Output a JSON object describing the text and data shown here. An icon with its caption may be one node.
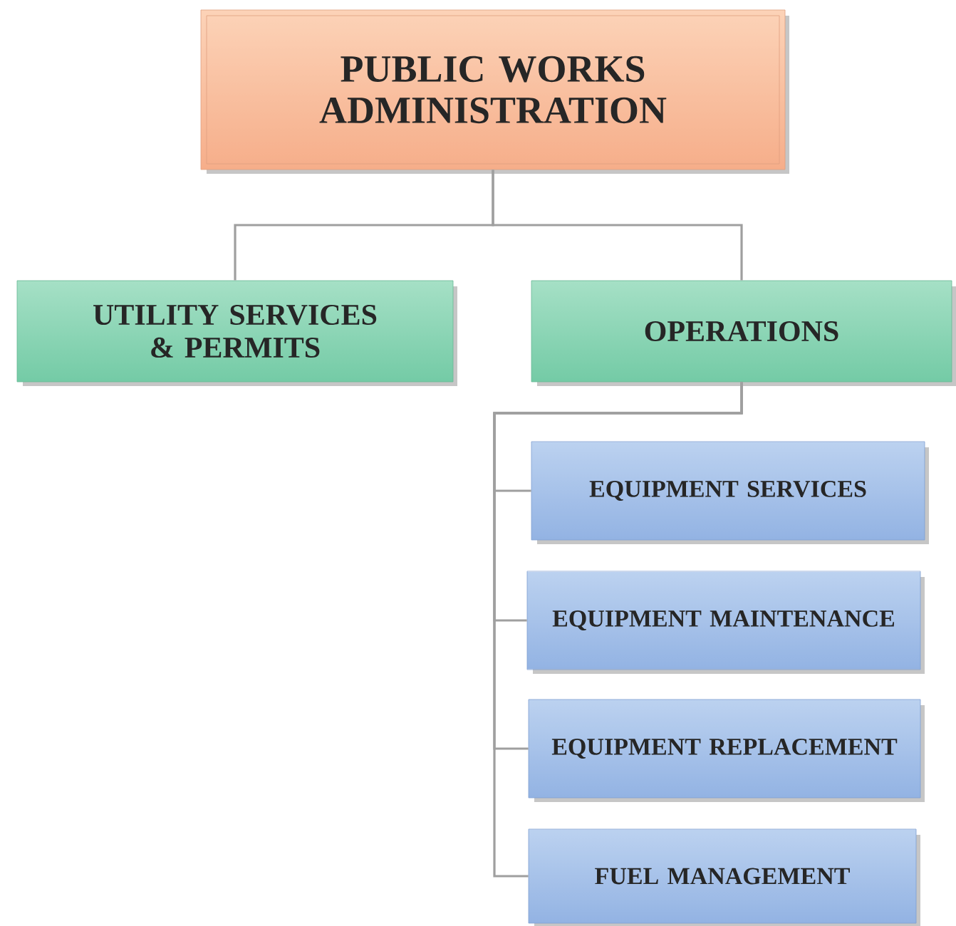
{
  "diagram": {
    "nodes": [
      {
        "text": [
          "PUBLIC WORKS ADMINISTRATION"
        ]
      },
      {
        "text": [
          "UTILITY SERVICES & PERMITS"
        ]
      },
      {
        "text": [
          "OPERATIONS"
        ]
      },
      {
        "text": [
          "EQUIPMENT SERVICES"
        ]
      },
      {
        "text": [
          "EQUIPMENT MAINTENANCE"
        ]
      },
      {
        "text": [
          "EQUIPMENT REPLACEMENT"
        ]
      },
      {
        "text": [
          "FUEL MANAGEMENT"
        ]
      }
    ],
    "edges": [
      {
        "from": 0,
        "to": 1,
        "arrow": "none"
      },
      {
        "from": 0,
        "to": 2,
        "arrow": "none"
      },
      {
        "from": 2,
        "to": 3,
        "arrow": "none"
      },
      {
        "from": 2,
        "to": 4,
        "arrow": "none"
      },
      {
        "from": 2,
        "to": 5,
        "arrow": "none"
      },
      {
        "from": 2,
        "to": 6,
        "arrow": "none"
      }
    ]
  }
}
